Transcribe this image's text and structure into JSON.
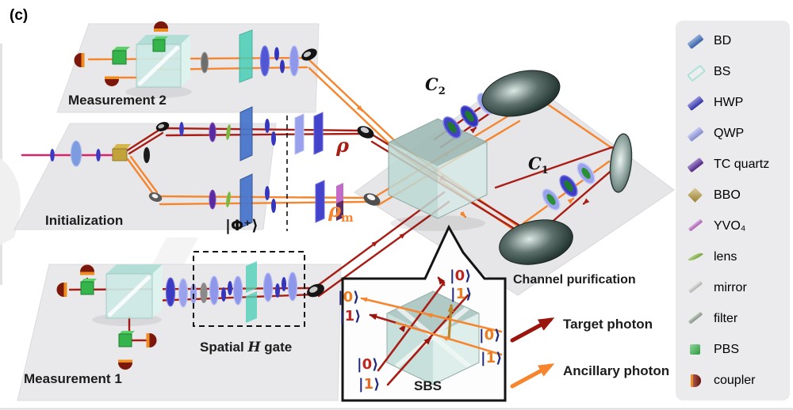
{
  "panel_label": "(c)",
  "module_labels": {
    "measurement2": "Measurement 2",
    "initialization": "Initialization",
    "measurement1": "Measurement 1",
    "channel_purification": "Channel purification",
    "spatial_h_gate": {
      "prefix": "Spatial ",
      "gate_symbol": "H",
      "suffix": " gate"
    }
  },
  "state_labels": {
    "bell_state": "|Φ⁺⟩",
    "rho": "ρ",
    "rho_m": {
      "base": "ρ",
      "sub": "m"
    },
    "c2": {
      "base": "C",
      "sub": "2"
    },
    "c1": {
      "base": "C",
      "sub": "1"
    }
  },
  "inset": {
    "label": "SBS",
    "bracket_color": "#232a7c",
    "kets": {
      "left_0": {
        "bar": "|",
        "digit": "0",
        "ket": "⟩",
        "digit_color": "#ee7d1f"
      },
      "left_1": {
        "bar": "|",
        "digit": "1",
        "ket": "⟩",
        "digit_color": "#c0251e"
      },
      "bottom_0": {
        "bar": "|",
        "digit": "0",
        "ket": "⟩",
        "digit_color": "#c0251e"
      },
      "bottom_1": {
        "bar": "|",
        "digit": "1",
        "ket": "⟩",
        "digit_color": "#e86a20"
      },
      "top_0": {
        "bar": "|",
        "digit": "0",
        "ket": "⟩",
        "digit_color": "#c0251e"
      },
      "top_1": {
        "bar": "|",
        "digit": "1",
        "ket": "⟩",
        "digit_color": "#ee7d1f"
      },
      "right_0": {
        "bar": "|",
        "digit": "0",
        "ket": "⟩",
        "digit_color": "#ee7d1f"
      },
      "right_1": {
        "bar": "|",
        "digit": "1",
        "ket": "⟩",
        "digit_color": "#ee7d1f"
      }
    }
  },
  "photon_legend": {
    "target": {
      "label": "Target photon",
      "color": "#99150d"
    },
    "ancillary": {
      "label": "Ancillary photon",
      "color": "#f5862f"
    }
  },
  "component_legend": {
    "items": [
      {
        "name": "BD",
        "color": "#3f6fc0"
      },
      {
        "name": "BS",
        "color": "#aee2d6"
      },
      {
        "name": "HWP",
        "color": "#3a3ac0"
      },
      {
        "name": "QWP",
        "color": "#99a1ec"
      },
      {
        "name": "TC quartz",
        "color": "#5a2a9e"
      },
      {
        "name": "BBO",
        "color": "#bb9c3d"
      },
      {
        "name": "YVO₄",
        "color": "#c06cc8"
      },
      {
        "name": "lens",
        "color": "#86b842"
      },
      {
        "name": "mirror",
        "color": "#c9ccc9"
      },
      {
        "name": "filter",
        "color": "#95a795"
      },
      {
        "name": "PBS",
        "color": "#35b44a"
      },
      {
        "name": "coupler",
        "color": "#8c1b10"
      }
    ]
  },
  "beam_colors": {
    "target": "#a81d15",
    "ancillary": "#f5862f",
    "pump": "#d6246e"
  }
}
